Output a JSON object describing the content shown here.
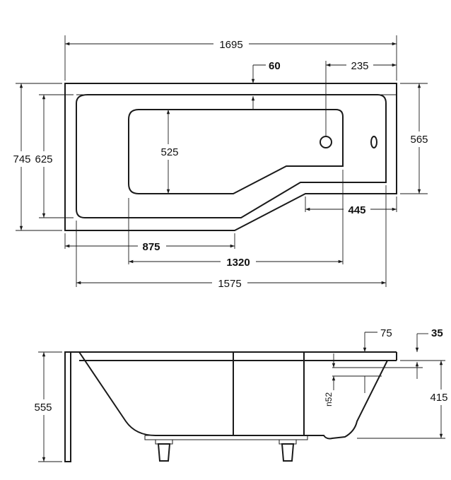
{
  "plan_view": {
    "overall_length": "1695",
    "right_edge_offset": "60",
    "waste_offset": "235",
    "overall_width": "745",
    "inner_width": "625",
    "basin_depth_dim": "525",
    "narrow_end_width": "565",
    "narrow_section_length": "445",
    "wide_section_length": "875",
    "basin_length": "1320",
    "inner_length": "1575"
  },
  "side_view": {
    "overflow_offset": "75",
    "rim_thickness": "35",
    "overall_height": "555",
    "tub_height": "415",
    "overflow_diameter": "n52"
  }
}
